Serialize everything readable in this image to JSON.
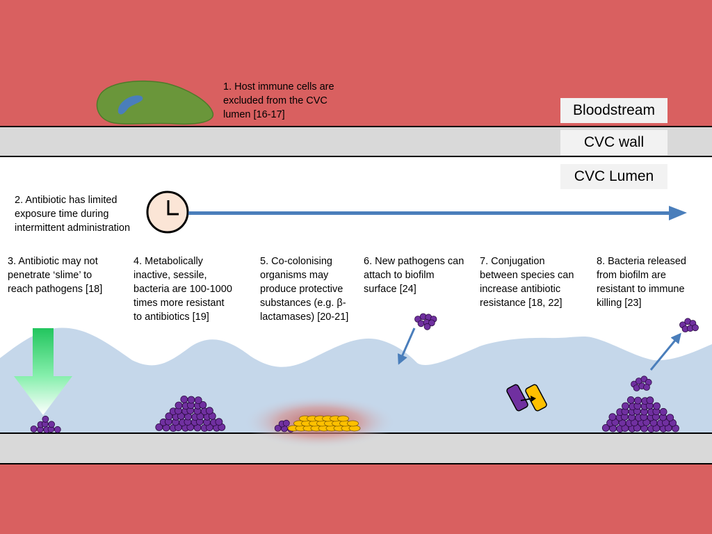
{
  "labels": {
    "bloodstream": "Bloodstream",
    "cvc_wall": "CVC wall",
    "cvc_lumen": "CVC Lumen"
  },
  "notes": {
    "n1": "1. Host immune  cells are\nexcluded from the CVC\nlumen [16-17]",
    "n2": "2. Antibiotic has limited\nexposure time during\nintermittent administration",
    "n3": "3. Antibiotic may not\npenetrate ‘slime’ to\nreach pathogens [18]",
    "n4": "4. Metabolically\ninactive, sessile,\nbacteria are 100-1000\ntimes more resistant\nto antibiotics [19]",
    "n5": "5. Co-colonising\norganisms may\nproduce protective\nsubstances (e.g. β-\nlactamases) [20-21]",
    "n6": "6. New pathogens can\nattach to biofilm\nsurface [24]",
    "n7": "7. Conjugation\nbetween species can\nincrease antibiotic\nresistance [18, 22]",
    "n8": "8. Bacteria released\nfrom biofilm are\nresistant to immune\nkilling [23]"
  },
  "colors": {
    "blood": "#d96060",
    "wall": "#d9d9d9",
    "biofilm": "#c5d7ea",
    "bacteria_purple": "#7030a0",
    "co_coloniser_yellow": "#ffc000",
    "arrow_blue": "#4a7ebb",
    "immune_cell_green": "#6a963a",
    "antibiotic_green": "#22c55e",
    "clock_face": "#fbe5d6"
  }
}
